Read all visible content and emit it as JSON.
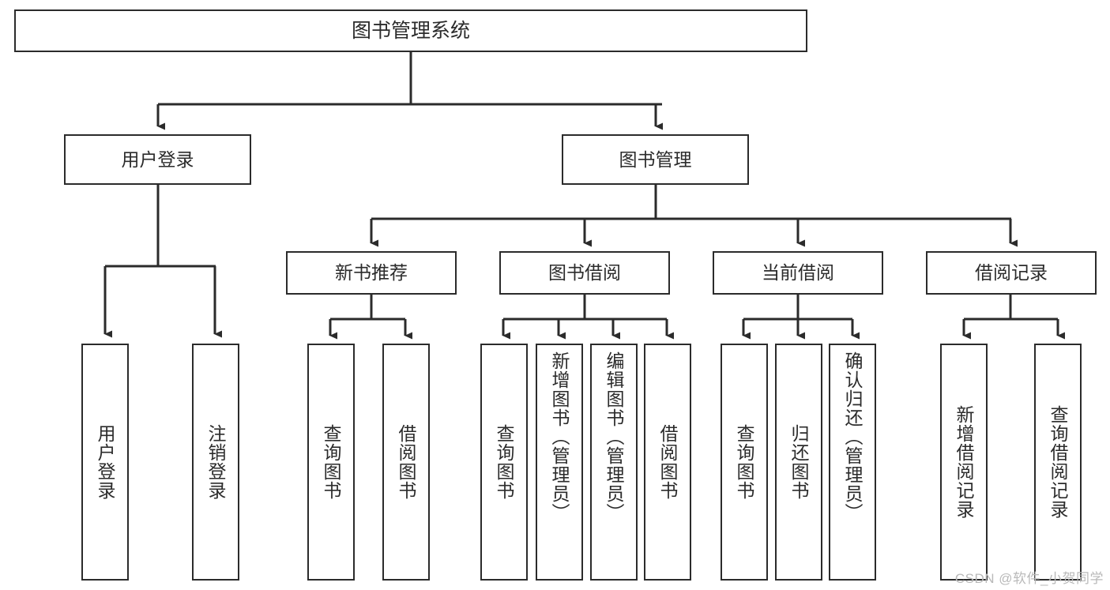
{
  "diagram": {
    "title": "图书管理系统",
    "type": "tree",
    "root": {
      "id": "root",
      "label": "图书管理系统"
    },
    "level2": [
      {
        "id": "user-login",
        "label": "用户登录"
      },
      {
        "id": "book-manage",
        "label": "图书管理"
      }
    ],
    "level3": [
      {
        "id": "new-book-recommend",
        "label": "新书推荐"
      },
      {
        "id": "book-borrow",
        "label": "图书借阅"
      },
      {
        "id": "current-borrow",
        "label": "当前借阅"
      },
      {
        "id": "borrow-record",
        "label": "借阅记录"
      }
    ],
    "leaves": [
      {
        "id": "leaf-user-login",
        "label": "用户登录",
        "parent": "user-login"
      },
      {
        "id": "leaf-user-logout",
        "label": "注销登录",
        "parent": "user-login"
      },
      {
        "id": "leaf-query-book-1",
        "label": "查询图书",
        "parent": "new-book-recommend"
      },
      {
        "id": "leaf-borrow-book-1",
        "label": "借阅图书",
        "parent": "new-book-recommend"
      },
      {
        "id": "leaf-query-book-2",
        "label": "查询图书",
        "parent": "book-borrow"
      },
      {
        "id": "leaf-add-book",
        "label": "新增图书（管理员）",
        "parent": "book-borrow"
      },
      {
        "id": "leaf-edit-book",
        "label": "编辑图书（管理员）",
        "parent": "book-borrow"
      },
      {
        "id": "leaf-borrow-book-2",
        "label": "借阅图书",
        "parent": "book-borrow"
      },
      {
        "id": "leaf-query-book-3",
        "label": "查询图书",
        "parent": "current-borrow"
      },
      {
        "id": "leaf-return-book",
        "label": "归还图书",
        "parent": "current-borrow"
      },
      {
        "id": "leaf-confirm-return",
        "label": "确认归还（管理员）",
        "parent": "current-borrow"
      },
      {
        "id": "leaf-add-record",
        "label": "新增借阅记录",
        "parent": "borrow-record"
      },
      {
        "id": "leaf-query-record",
        "label": "查询借阅记录",
        "parent": "borrow-record"
      }
    ]
  },
  "watermark": {
    "text": "CSDN @软件_小贺同学"
  },
  "colors": {
    "stroke": "#2b2b2b",
    "fill": "#ffffff",
    "watermark": "#b9b9b9"
  }
}
